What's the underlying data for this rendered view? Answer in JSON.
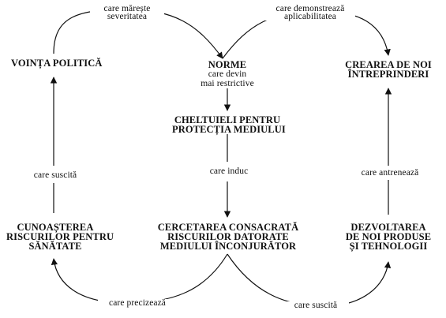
{
  "nodes": {
    "vointa": "VOINȚA POLITICĂ",
    "norme": {
      "line1": "NORME",
      "line2": "care devin",
      "line3": "mai restrictive"
    },
    "crearea": {
      "line1": "CREAREA DE NOI",
      "line2": "ÎNTREPRINDERI"
    },
    "cheltuieli": {
      "line1": "CHELTUIELI PENTRU",
      "line2": "PROTECȚIA MEDIULUI"
    },
    "cunoasterea": {
      "line1": "CUNOAȘTEREA",
      "line2": "RISCURILOR PENTRU",
      "line3": "SĂNĂTATE"
    },
    "cercetarea": {
      "line1": "CERCETAREA CONSACRATĂ",
      "line2": "RISCURILOR DATORATE",
      "line3": "MEDIULUI ÎNCONJURĂTOR"
    },
    "dezvoltarea": {
      "line1": "DEZVOLTAREA",
      "line2": "DE NOI PRODUSE",
      "line3": "ȘI TEHNOLOGII"
    }
  },
  "edges": {
    "mareste": {
      "line1": "care mărește",
      "line2": "severitatea"
    },
    "demonstreaza": {
      "line1": "care demonstrează",
      "line2": "aplicabilitatea"
    },
    "suscita_left": "care suscită",
    "induc": "care induc",
    "antreneaza": "care antrenează",
    "precizeaza": "care precizează",
    "suscita_bottom": "care suscită"
  },
  "colors": {
    "ink": "#111111",
    "background": "#ffffff"
  }
}
